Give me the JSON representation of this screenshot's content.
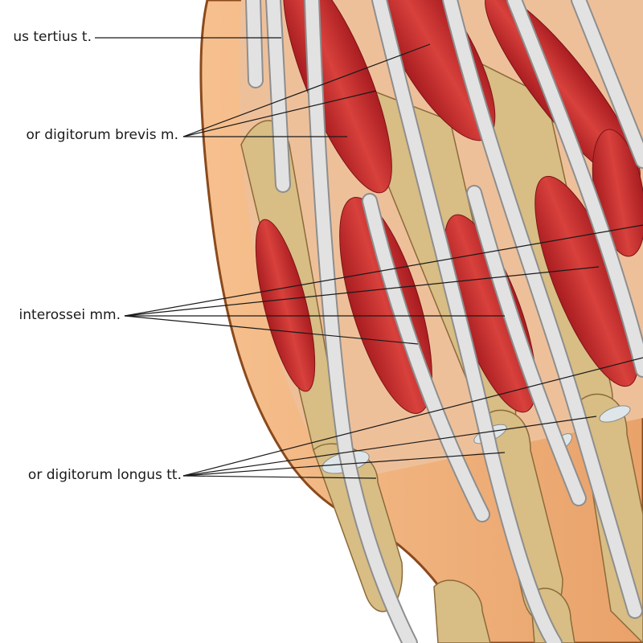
{
  "labels": {
    "fibularis_tertius": "us tertius t.",
    "extensor_brevis": "or digitorum brevis m.",
    "interossei": "interossei mm.",
    "extensor_longus": "or digitorum longus tt."
  },
  "colors": {
    "skin": "#f2b27e",
    "skin_outline": "#8b4a1c",
    "bone": "#d8bd84",
    "muscle": "#c3282b",
    "tendon": "#dcdcdc",
    "leader_line": "#1a1a1a"
  }
}
